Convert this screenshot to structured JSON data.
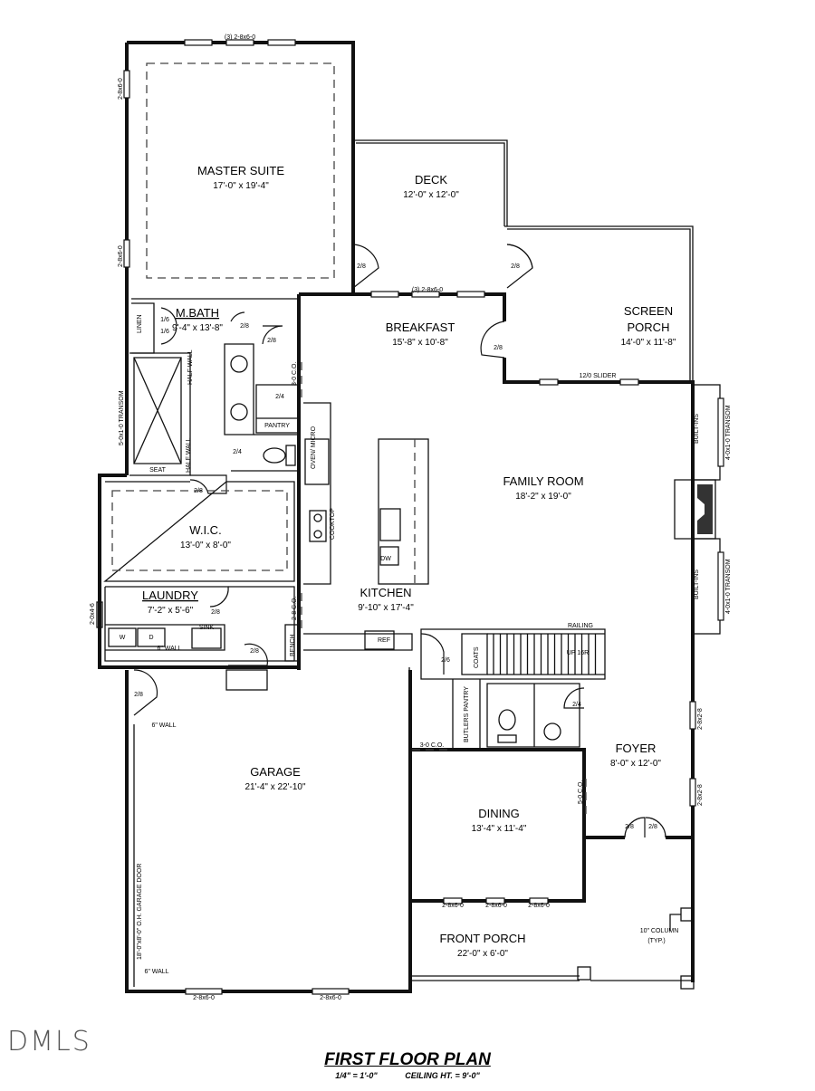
{
  "rooms": {
    "master_suite": {
      "name": "MASTER SUITE",
      "dim": "17'-0\" x 19'-4\""
    },
    "deck": {
      "name": "DECK",
      "dim": "12'-0\" x 12'-0\""
    },
    "mbath": {
      "name": "M.BATH",
      "dim": "9'-4\" x 13'-8\""
    },
    "breakfast": {
      "name": "BREAKFAST",
      "dim": "15'-8\" x 10'-8\""
    },
    "screen_porch": {
      "name1": "SCREEN",
      "name2": "PORCH",
      "dim": "14'-0\" x 11'-8\""
    },
    "family_room": {
      "name": "FAMILY ROOM",
      "dim": "18'-2\" x 19'-0\""
    },
    "wic": {
      "name": "W.I.C.",
      "dim": "13'-0\" x 8'-0\""
    },
    "laundry": {
      "name": "LAUNDRY",
      "dim": "7'-2\" x 5'-6\""
    },
    "kitchen": {
      "name": "KITCHEN",
      "dim": "9'-10\" x 17'-4\""
    },
    "foyer": {
      "name": "FOYER",
      "dim": "8'-0\" x 12'-0\""
    },
    "garage": {
      "name": "GARAGE",
      "dim": "21'-4\" x 22'-10\""
    },
    "dining": {
      "name": "DINING",
      "dim": "13'-4\" x 11'-4\""
    },
    "front_porch": {
      "name": "FRONT PORCH",
      "dim": "22'-0\" x 6'-0\""
    }
  },
  "labels": {
    "top_windows": "(3) 2-8x6-0",
    "master_win_1": "2-8x6-0",
    "master_win_2": "2-8x6-0",
    "breakfast_windows": "(3) 2-8x6-0",
    "slider": "12/0 SLIDER",
    "linen": "LINEN",
    "door_16_a": "1/6",
    "door_16_b": "1/6",
    "door_28_mbath": "2/8",
    "door_28_mbath2": "2/8",
    "door_28_deck1": "2/8",
    "door_28_deck2": "2/8",
    "door_28_breakfast": "2/8",
    "half_wall_1": "HALF WALL",
    "half_wall_2": "HALF WALL",
    "transom_left": "5-0x1-0 TRANSOM",
    "seat": "SEAT",
    "co_pantry": "3-0 C.O.",
    "door_24_pantry": "2/4",
    "pantry": "PANTRY",
    "door_24_wc": "2/4",
    "oven_micro": "OVEN/ MICRO",
    "cooktop": "COOKTOP",
    "dw": "DW",
    "door_28_wic": "2/8",
    "built_ins_1": "BUILT-INS",
    "built_ins_2": "BUILT-INS",
    "transom_right_1": "4-0x1-0 TRANSOM",
    "transom_right_2": "4-0x1-0 TRANSOM",
    "laundry_win": "2-0x4-6",
    "door_28_laundry": "2/8",
    "sink": "SINK",
    "w": "W",
    "d": "D",
    "six_wall_laundry": "6\" WALL",
    "co_laundry": "2-8 C.O.",
    "bench": "BENCH",
    "ref": "REF",
    "door_28_garage": "2/8",
    "door_28_garage2": "2/8",
    "six_wall_garage": "6\" WALL",
    "six_wall_garage2": "6\" WALL",
    "railing": "RAILING",
    "up16r": "UP 16R",
    "coats": "COATS",
    "door_26_coats": "2/6",
    "butlers_pantry": "BUTLERS PANTRY",
    "door_24_powder": "2/4",
    "co_dining": "3-0 C.O.",
    "co_foyer": "5-0 C.O.",
    "foyer_win_1": "2-8x2-8",
    "foyer_win_2": "2-8x2-8",
    "door_28_front1": "2/8",
    "door_28_front2": "2/8",
    "dining_win_1": "2-8x6-0",
    "dining_win_2": "2-8x6-0",
    "dining_win_3": "2-8x6-0",
    "column_1": "10\" COLUMN",
    "column_2": "(TYP.)",
    "garage_door": "18'-0\"x8'-0\" O.H. GARAGE DOOR",
    "garage_win_1": "2-8x6-0",
    "garage_win_2": "2-8x6-0"
  },
  "logo": {
    "text": "DMLS"
  },
  "title": {
    "main": "FIRST FLOOR PLAN",
    "scale": "1/4\" = 1'-0\"",
    "ceiling": "CEILING HT. = 9'-0\""
  }
}
